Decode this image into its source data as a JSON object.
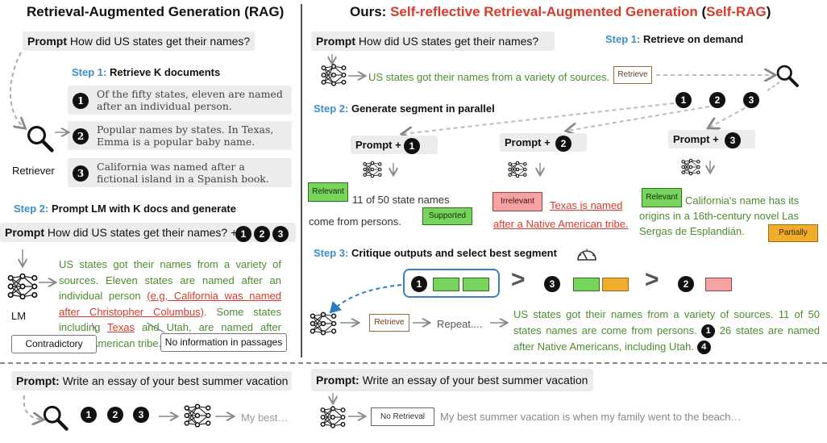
{
  "left": {
    "title": "Retrieval-Augmented Generation (RAG)",
    "prompt_label": "Prompt",
    "prompt_text": "How did US states get their names?",
    "step1_num": "Step 1:",
    "step1_text": "Retrieve K documents",
    "docs": [
      {
        "num": "1",
        "text": "Of the fifty states, eleven are named after an individual person."
      },
      {
        "num": "2",
        "text": "Popular names by states. In Texas, Emma is a popular baby name."
      },
      {
        "num": "3",
        "text": "California was named after a fictional island in a Spanish book."
      }
    ],
    "retriever_label": "Retriever",
    "step2_num": "Step 2:",
    "step2_text": "Prompt LM with K docs and generate",
    "prompt2_text": "How did US states get their names? +",
    "lm_label": "LM",
    "output_a": "US states got their names from a variety of sources. Eleven states are named after an individual person",
    "output_err1": "(e.g, California was named after Christopher Columbus)",
    "output_b": ". Some states including",
    "output_err2": "Texas",
    "output_c": "and Utah, are named after Native American tribe.",
    "contradictory_label": "Contradictory",
    "noinfo_label": "No information in passages",
    "bottom_prompt_label": "Prompt:",
    "bottom_prompt_text": "Write an essay of your best summer vacation",
    "bottom_output": "My best…"
  },
  "right": {
    "title_a": "Ours: ",
    "title_b": "Self-reflective Retrieval-Augmented Generation",
    "title_c": " (",
    "title_d": "Self-RAG",
    "title_e": ")",
    "prompt_label": "Prompt",
    "prompt_text": "How did US states get their names?",
    "step1_num": "Step 1:",
    "step1_text": "Retrieve on demand",
    "retrieve_out": "US states got their names from a variety of sources.",
    "retrieve_tag": "Retrieve",
    "step2_num": "Step 2:",
    "step2_text": "Generate segment in parallel",
    "prompt_plus": "Prompt +",
    "seg1_text": "11 of 50 state names come from persons.",
    "seg2_text": "Texas is named after a Native American tribe.",
    "seg3_text": "California's name has its origins in a 16th-century novel Las Sergas de Esplandián.",
    "relevant": "Relevant",
    "irrelevant": "Irrelevant",
    "supported": "Supported",
    "partially": "Partially",
    "step3_num": "Step 3:",
    "step3_text": "Critique outputs and select best segment",
    "repeat_text": "Repeat....",
    "final_output": "US states got their names from a variety of sources. 11 of 50 states names are come from persons.",
    "final_output2": "26 states are named after Native Americans, including Utah.",
    "bottom_prompt_label": "Prompt:",
    "bottom_prompt_text": "Write an essay of your best summer vacation",
    "no_retrieval": "No Retrieval",
    "bottom_output": "My best summer vacation is when my family went to the beach…"
  },
  "nums": {
    "one": "1",
    "two": "2",
    "three": "3",
    "four": "4"
  },
  "colors": {
    "accent_blue": "#3b8fc9",
    "accent_red": "#d93a2b",
    "green_text": "#4d8c2f",
    "relevant": "#77d35b",
    "irrelevant": "#f3a3a3",
    "partially": "#f0ad2b"
  }
}
